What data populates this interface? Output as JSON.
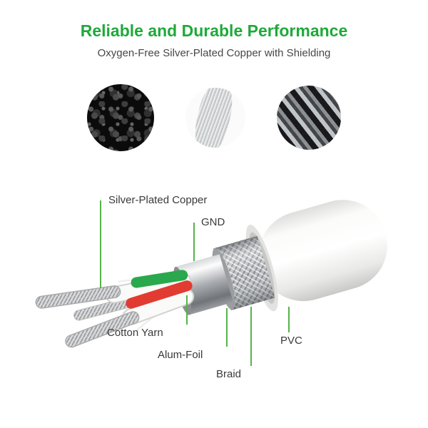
{
  "header": {
    "title": "Reliable and Durable Performance",
    "subtitle": "Oxygen-Free Silver-Plated Copper with Shielding"
  },
  "materials": [
    "copper-granules-photo",
    "silver-wire-strands-photo",
    "metal-shield-chips-photo"
  ],
  "callouts": {
    "silver_plated_copper": "Silver-Plated Copper",
    "gnd": "GND",
    "cotton_yarn": "Cotton Yarn",
    "alum_foil": "Alum-Foil",
    "braid": "Braid",
    "pvc": "PVC"
  },
  "colors": {
    "title_green": "#1fa93a",
    "callout_line_green": "#55b44a",
    "wire_green": "#2aa84d",
    "wire_red": "#e23b31"
  }
}
